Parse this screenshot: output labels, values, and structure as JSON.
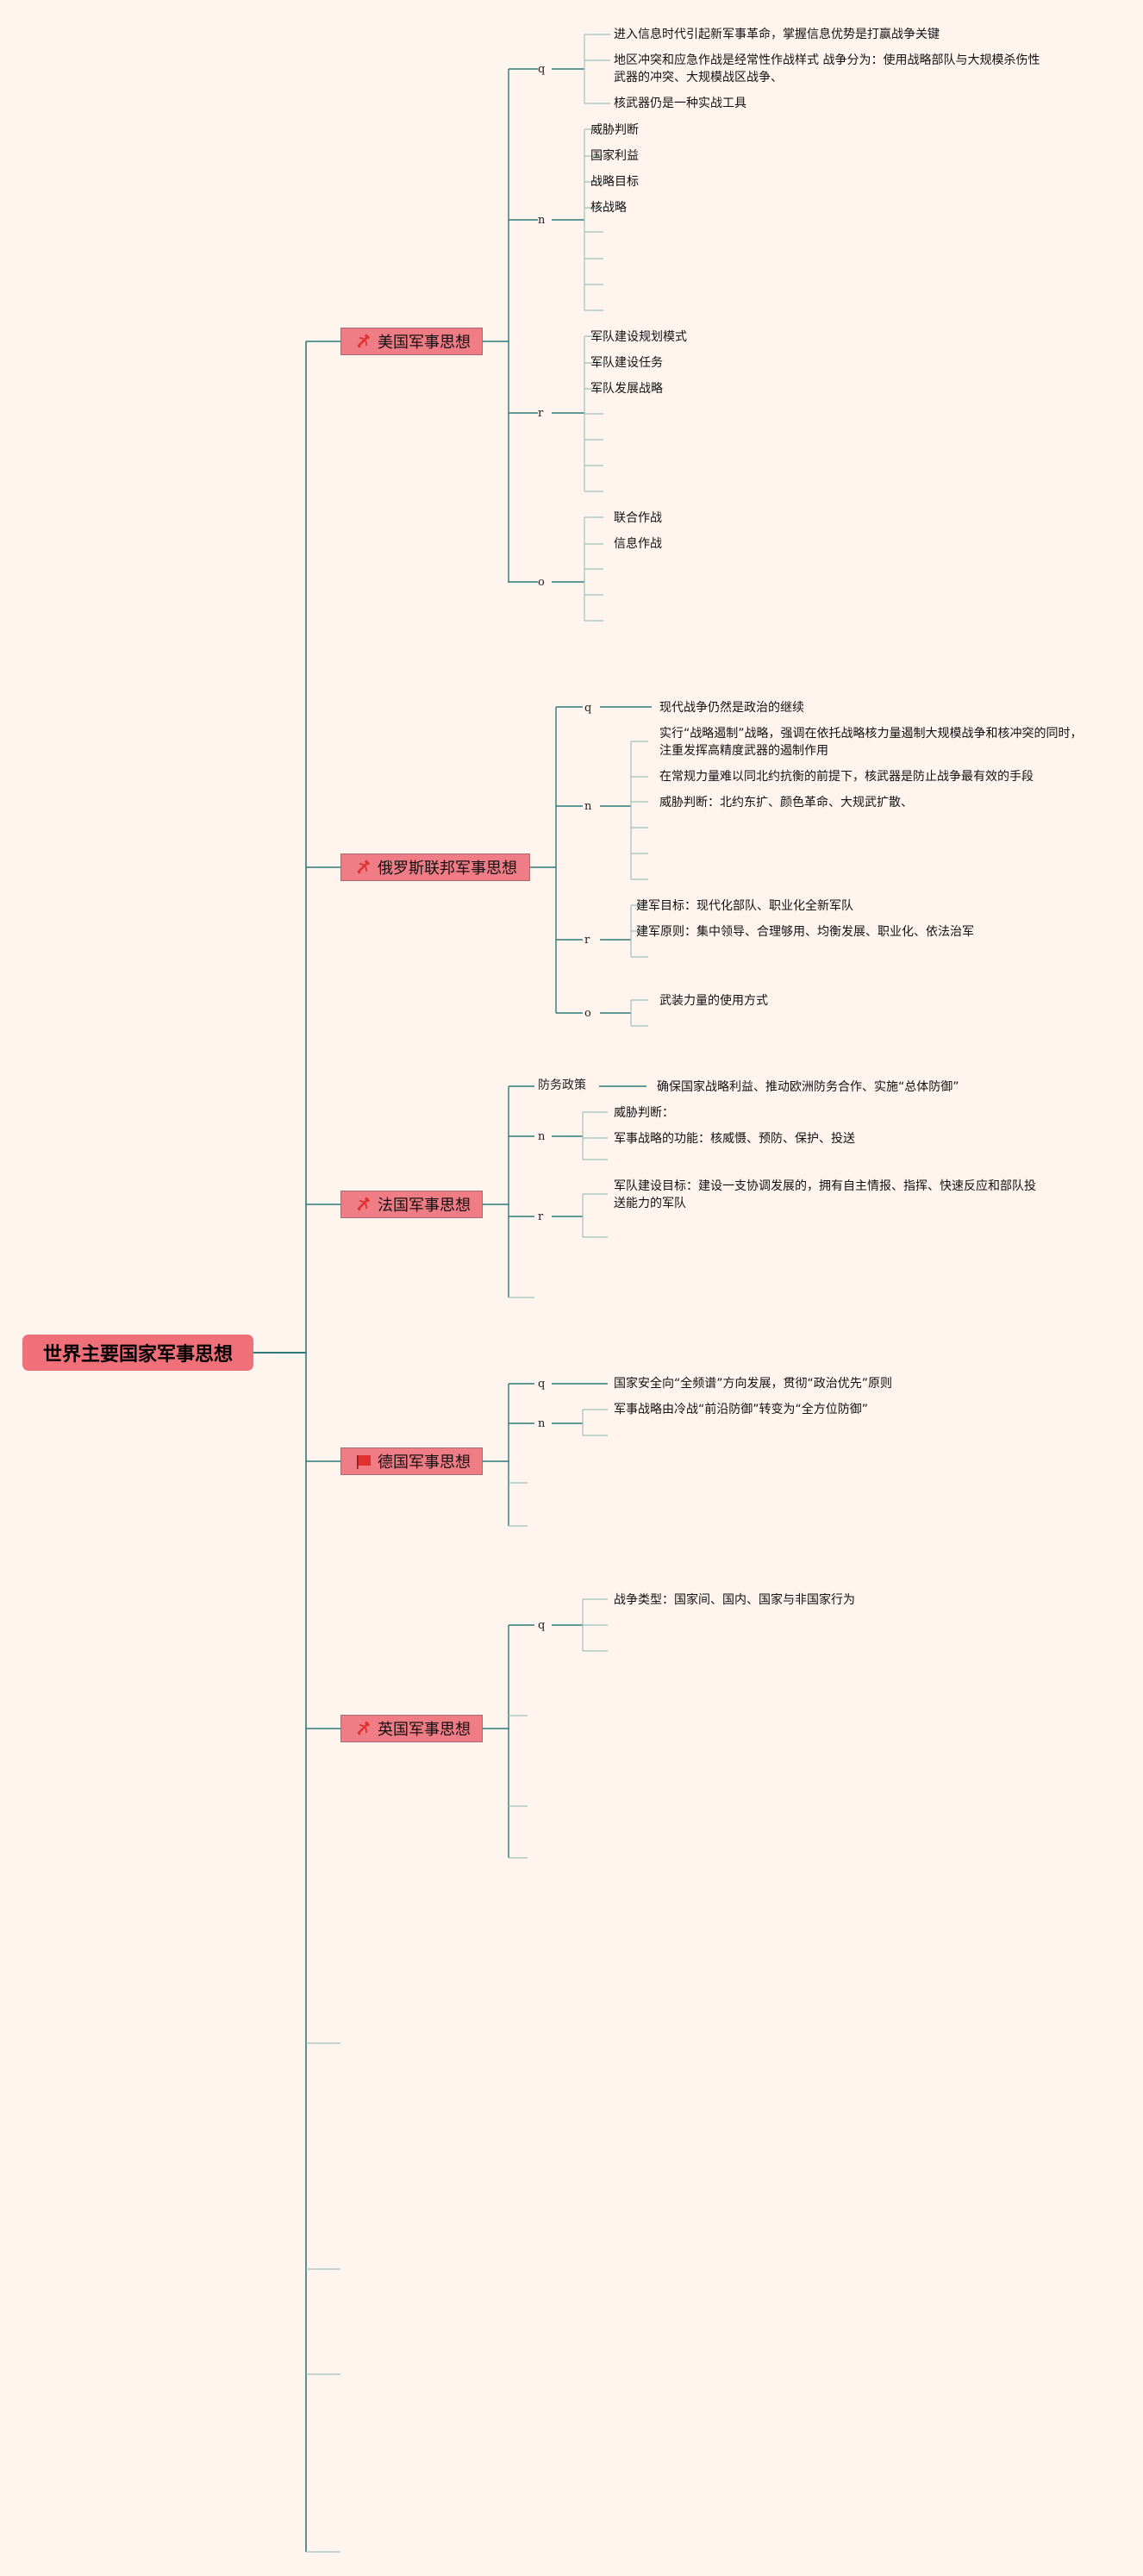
{
  "root": "世界主要国家军事思想",
  "branches": [
    {
      "label": "美国军事思想",
      "icon": "hammer-sickle-icon",
      "groups": [
        {
          "key": "q",
          "items": [
            "进入信息时代引起新军事革命，掌握信息优势是打赢战争关键",
            "地区冲突和应急作战是经常性作战样式 战争分为：使用战略部队与大规模杀伤性",
            "武器的冲突、大规模战区战争、",
            "核武器仍是一种实战工具"
          ]
        },
        {
          "key": "n",
          "items": [
            "威胁判断",
            "国家利益",
            "战略目标",
            "核战略"
          ]
        },
        {
          "key": "r",
          "items": [
            "军队建设规划模式",
            "军队建设任务",
            "军队发展战略"
          ]
        },
        {
          "key": "o",
          "items": [
            "联合作战",
            "信息作战"
          ]
        }
      ]
    },
    {
      "label": "俄罗斯联邦军事思想",
      "icon": "hammer-sickle-icon",
      "groups": [
        {
          "key": "q",
          "items": [
            "现代战争仍然是政治的继续"
          ]
        },
        {
          "key": "n",
          "items": [
            "实行“战略遏制”战略，强调在依托战略核力量遏制大规模战争和核冲突的同时，",
            "注重发挥高精度武器的遏制作用",
            "在常规力量难以同北约抗衡的前提下，核武器是防止战争最有效的手段",
            "威胁判断：北约东扩、颜色革命、大规武扩散、"
          ]
        },
        {
          "key": "r",
          "items": [
            "建军目标：现代化部队、职业化全新军队",
            "建军原则：集中领导、合理够用、均衡发展、职业化、依法治军"
          ]
        },
        {
          "key": "o",
          "items": [
            "武装力量的使用方式"
          ]
        }
      ]
    },
    {
      "label": "法国军事思想",
      "icon": "hammer-sickle-icon",
      "groups": [
        {
          "key": "防务政策",
          "items": [
            "确保国家战略利益、推动欧洲防务合作、实施“总体防御”"
          ]
        },
        {
          "key": "n",
          "items": [
            "威胁判断：",
            "军事战略的功能：核威慑、预防、保护、投送"
          ]
        },
        {
          "key": "r",
          "items": [
            "军队建设目标：建设一支协调发展的，拥有自主情报、指挥、快速反应和部队投",
            "送能力的军队"
          ]
        }
      ]
    },
    {
      "label": "德国军事思想",
      "icon": "red-flag-icon",
      "groups": [
        {
          "key": "q",
          "items": [
            "国家安全向“全频谱”方向发展，贯彻“政治优先”原则"
          ]
        },
        {
          "key": "n",
          "items": [
            "军事战略由冷战“前沿防御”转变为“全方位防御”"
          ]
        }
      ]
    },
    {
      "label": "英国军事思想",
      "icon": "hammer-sickle-icon",
      "groups": [
        {
          "key": "q",
          "items": [
            "战争类型：国家间、国内、国家与非国家行为"
          ]
        }
      ]
    }
  ],
  "colors": {
    "background": "#fff4ee",
    "line": "#2e7a78",
    "leaf_line": "#9cc2bb",
    "node_fill": "#f07c86",
    "root_fill": "#f0707a",
    "icon_red": "#e03030"
  }
}
